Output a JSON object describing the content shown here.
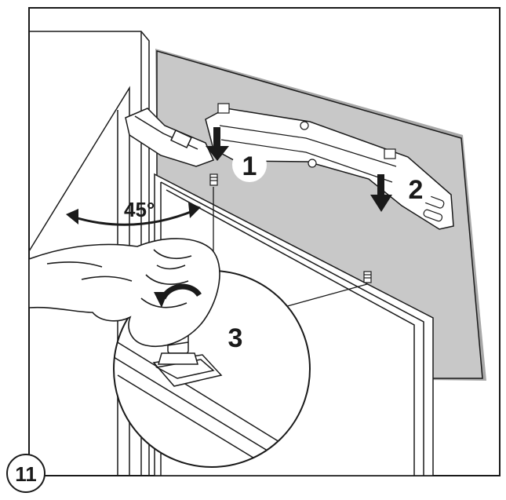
{
  "figure": {
    "number": "11",
    "angle_label": "45°",
    "steps": [
      {
        "label": "1"
      },
      {
        "label": "2"
      },
      {
        "label": "3"
      }
    ]
  }
}
